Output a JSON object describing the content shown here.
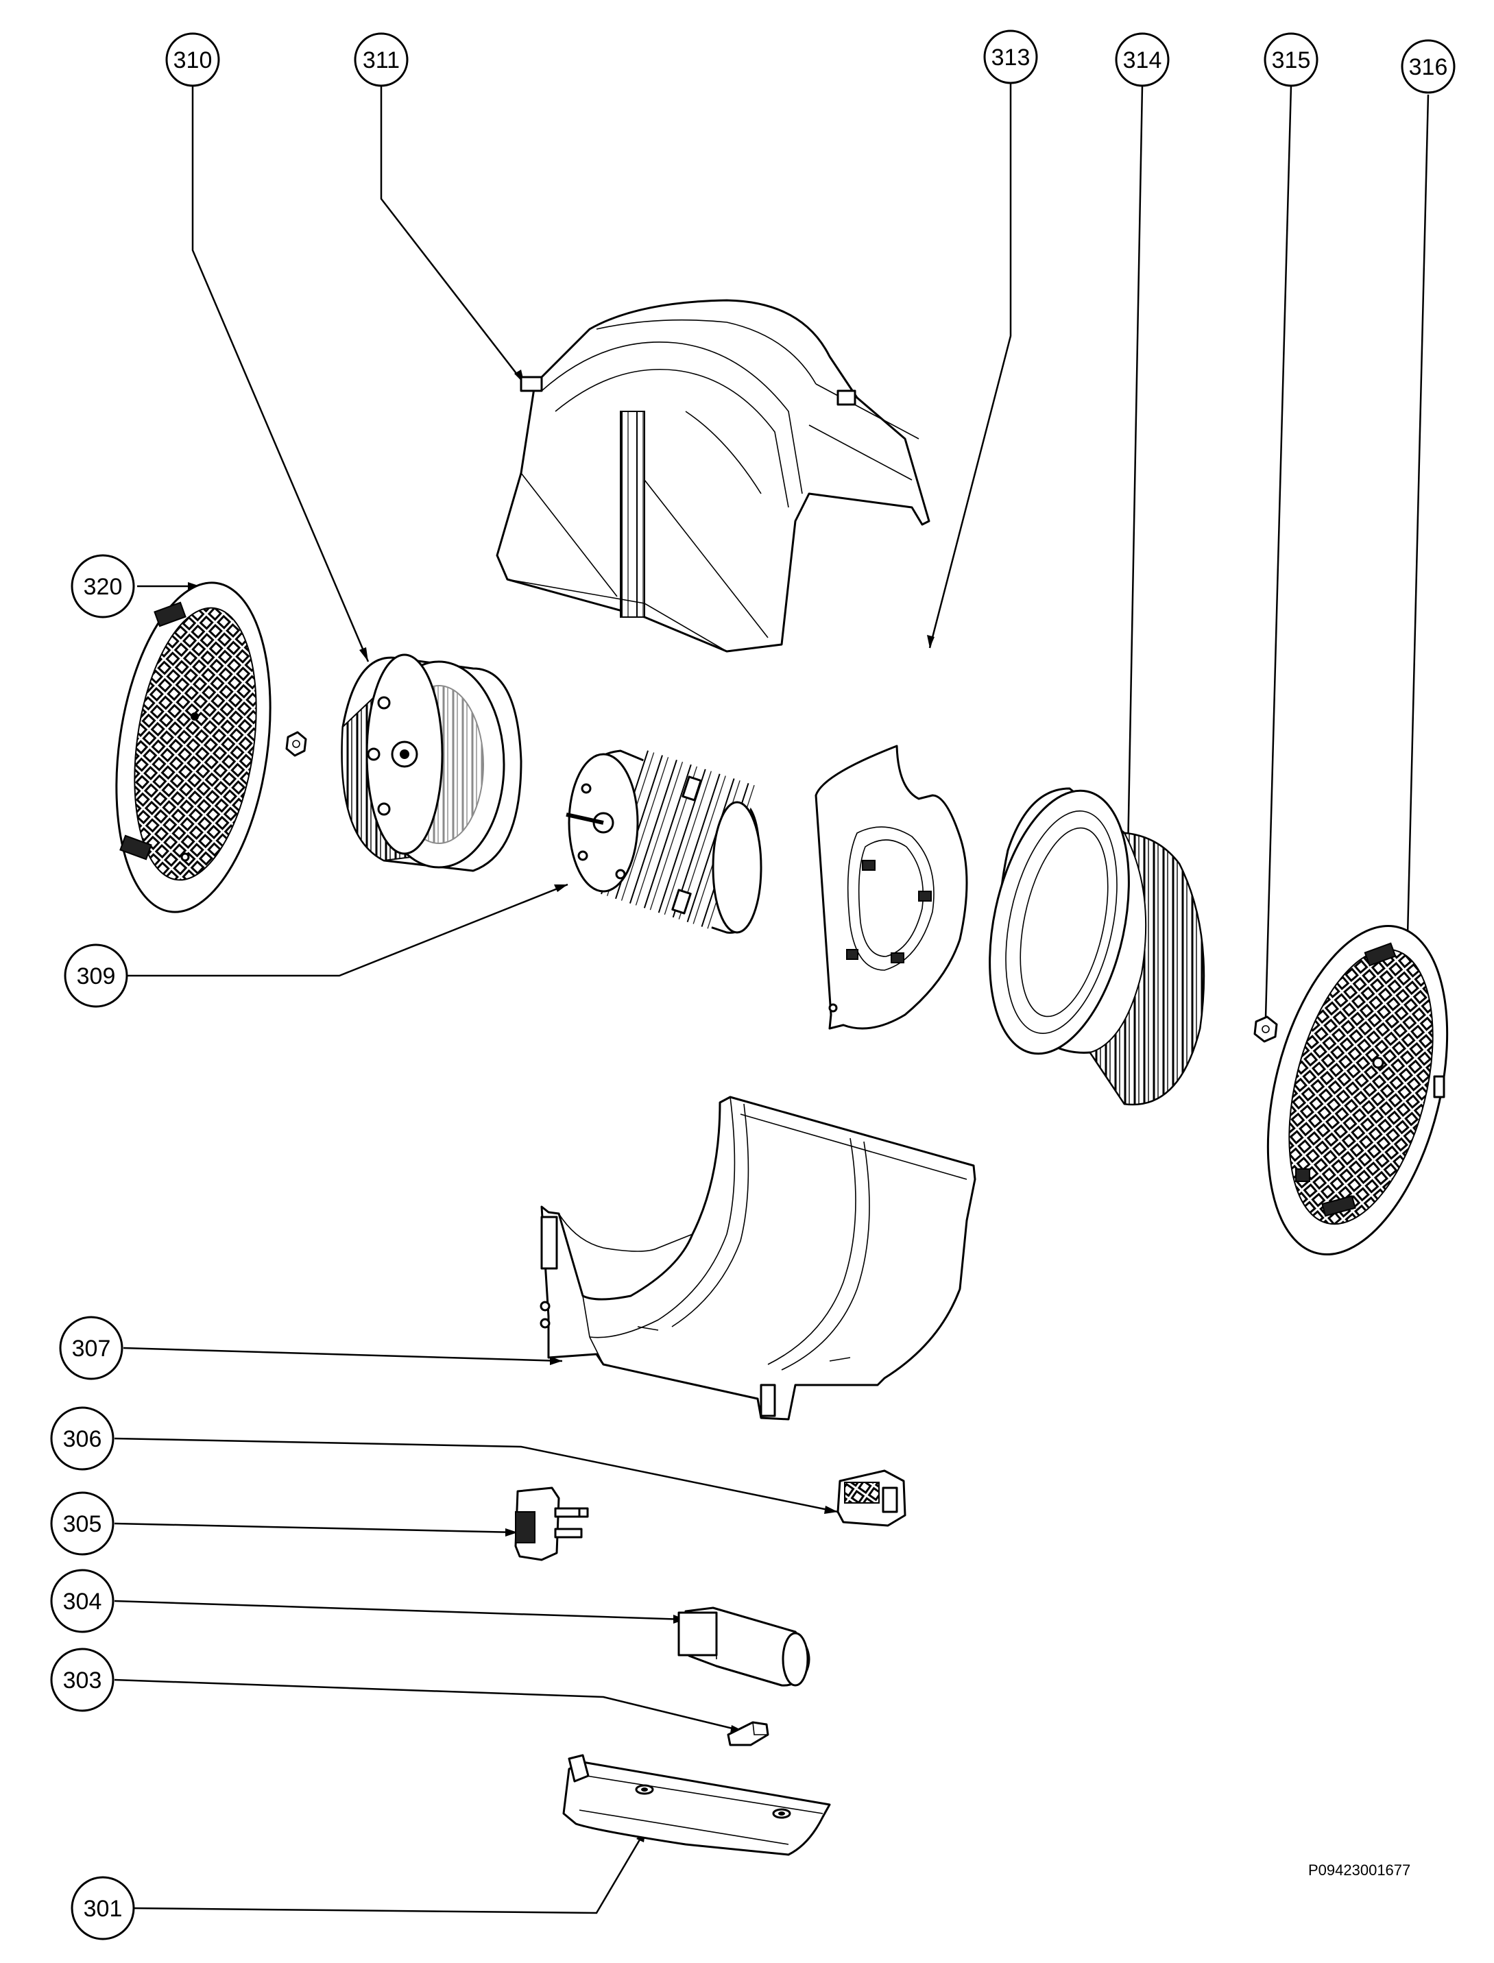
{
  "callouts": {
    "310": "310",
    "311": "311",
    "313": "313",
    "314": "314",
    "315": "315",
    "316": "316",
    "320": "320",
    "309": "309",
    "307": "307",
    "306": "306",
    "305": "305",
    "304": "304",
    "303": "303",
    "301": "301"
  },
  "document_id": "P09423001677"
}
